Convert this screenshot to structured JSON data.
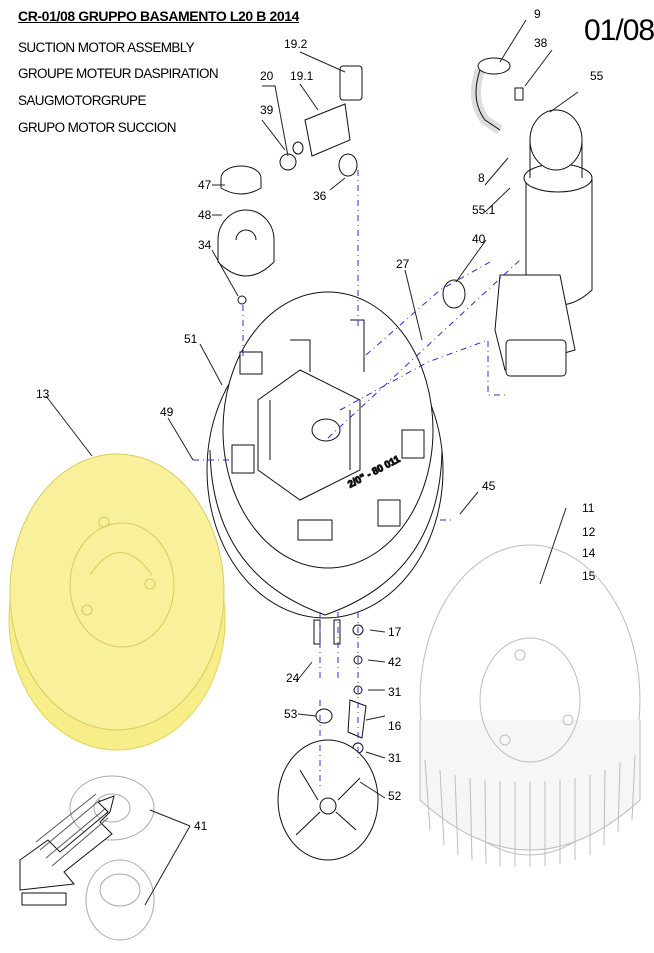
{
  "header": {
    "title": "CR-01/08 GRUPPO BASAMENTO L20 B 2014",
    "subtitles": [
      "SUCTION MOTOR ASSEMBLY",
      "GROUPE MOTEUR DASPIRATION",
      "SAUGMOTORGRUPE",
      "GRUPO MOTOR SUCCION"
    ],
    "page_number": "01/08"
  },
  "callouts": {
    "p9": "9",
    "p38": "38",
    "p55": "55",
    "p19_2": "19.2",
    "p19_1": "19.1",
    "p20": "20",
    "p39": "39",
    "p36": "36",
    "p47": "47",
    "p48": "48",
    "p34": "34",
    "p8": "8",
    "p55_1": "55.1",
    "p40": "40",
    "p27": "27",
    "p51": "51",
    "p13": "13",
    "p49": "49",
    "p45": "45",
    "p11": "11",
    "p12": "12",
    "p14": "14",
    "p15": "15",
    "p17": "17",
    "p42": "42",
    "p24": "24",
    "p31a": "31",
    "p16": "16",
    "p53": "53",
    "p31b": "31",
    "p52": "52",
    "p41": "41"
  },
  "base_marking": "2/0\" - 80 011",
  "colors": {
    "highlight": "#f7ee8a",
    "leader": "#222222",
    "axis": "#2b2bd6"
  }
}
